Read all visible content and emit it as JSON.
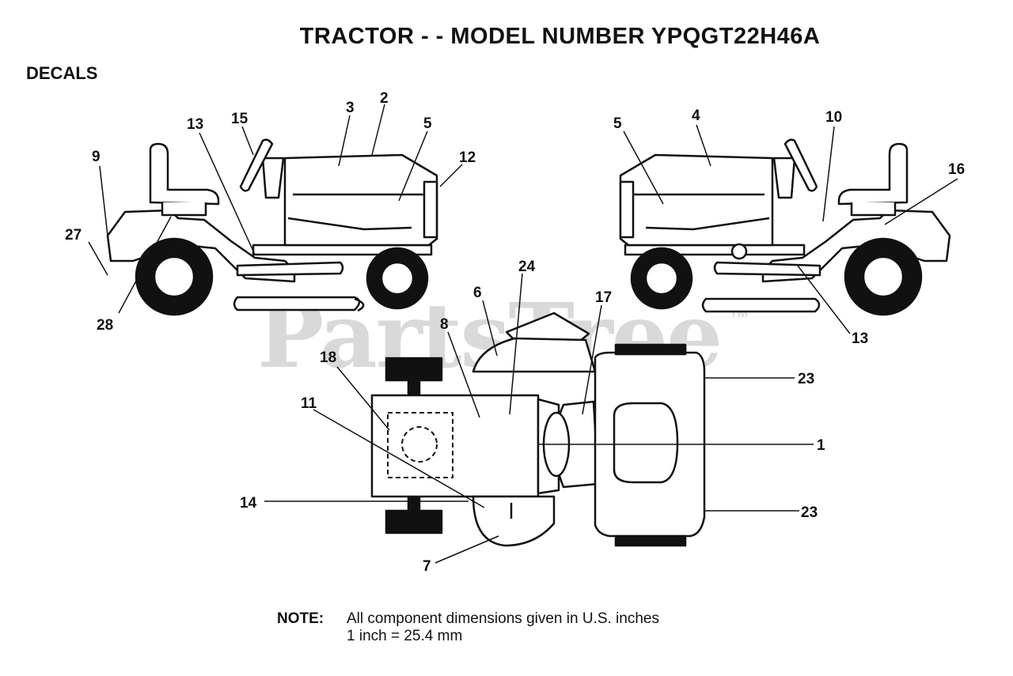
{
  "title": "TRACTOR - - MODEL NUMBER YPQGT22H46A",
  "section": "DECALS",
  "watermark": "PartsTree",
  "watermark_tm": "TM",
  "note": {
    "label": "NOTE:",
    "line1": "All component dimensions given in U.S. inches",
    "line2": "1 inch = 25.4 mm"
  },
  "callouts": {
    "left_view": [
      "9",
      "27",
      "13",
      "15",
      "3",
      "2",
      "5",
      "12",
      "28"
    ],
    "right_view": [
      "5",
      "4",
      "10",
      "16",
      "13"
    ],
    "top_view": [
      "6",
      "24",
      "17",
      "8",
      "18",
      "11",
      "14",
      "7",
      "23",
      "1",
      "23"
    ]
  }
}
